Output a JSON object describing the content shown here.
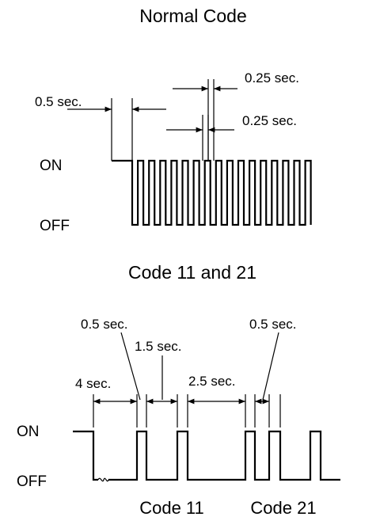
{
  "normal_code": {
    "title": "Normal Code",
    "on_label": "ON",
    "off_label": "OFF",
    "annotations": {
      "initial_delay": "0.5 sec.",
      "off_time": "0.25 sec.",
      "on_time": "0.25 sec."
    }
  },
  "code_11_21": {
    "title": "Code 11 and 21",
    "on_label": "ON",
    "off_label": "OFF",
    "annotations": {
      "start_delay": "4 sec.",
      "pulse_width_left": "0.5 sec.",
      "gap_between": "1.5 sec.",
      "gap_between_codes": "2.5 sec.",
      "pulse_width_right": "0.5 sec."
    },
    "code_labels": {
      "code_11": "Code 11",
      "code_21": "Code 21"
    }
  }
}
